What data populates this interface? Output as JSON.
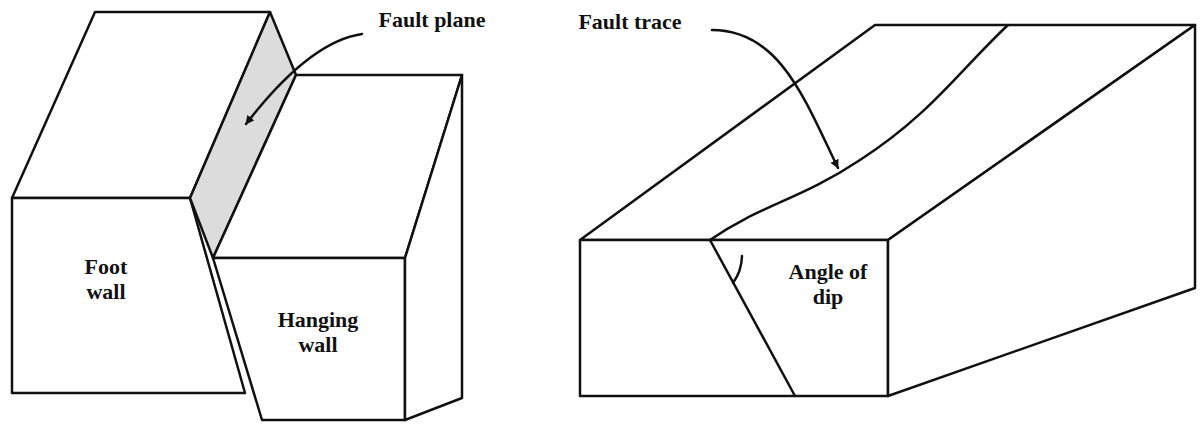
{
  "diagram": {
    "labels": [
      "Fault plane",
      "Foot wall",
      "Hanging wall",
      "Fault trace",
      "Angle of dip"
    ]
  }
}
